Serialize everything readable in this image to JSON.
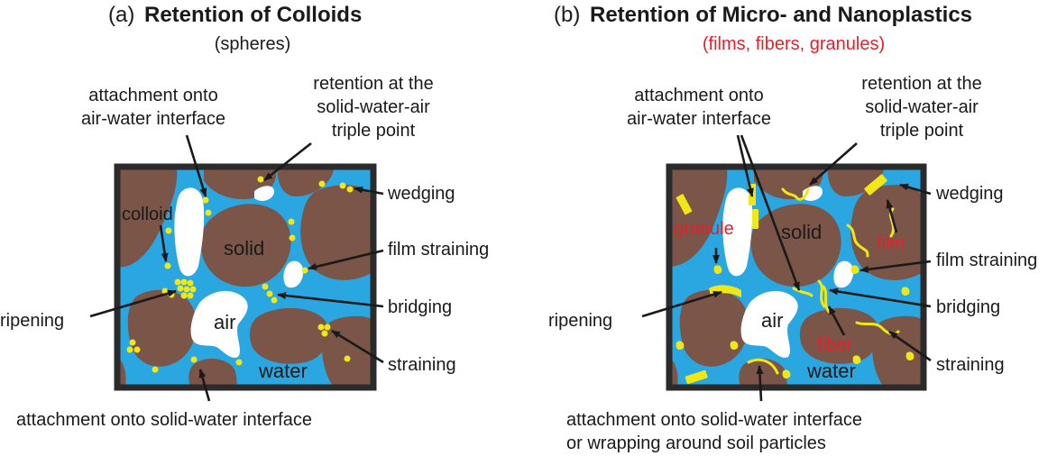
{
  "panel_a": {
    "tag": "(a)",
    "title": "Retention of Colloids",
    "subtitle": "(spheres)",
    "regions": {
      "solid": "solid",
      "air": "air",
      "water": "water",
      "colloid": "colloid"
    },
    "labels": {
      "air_water_1": "attachment onto",
      "air_water_2": "air-water interface",
      "triple_1": "retention at the",
      "triple_2": "solid-water-air",
      "triple_3": "triple point",
      "wedging": "wedging",
      "film_straining": "film straining",
      "bridging": "bridging",
      "straining": "straining",
      "ripening": "ripening",
      "solid_water": "attachment onto solid-water interface"
    }
  },
  "panel_b": {
    "tag": "(b)",
    "title": "Retention of Micro- and Nanoplastics",
    "subtitle": "(films, fibers, granules)",
    "regions": {
      "solid": "solid",
      "air": "air",
      "water": "water",
      "granule": "granule",
      "film": "film",
      "fiber": "fiber"
    },
    "labels": {
      "air_water_1": "attachment onto",
      "air_water_2": "air-water interface",
      "triple_1": "retention at the",
      "triple_2": "solid-water-air",
      "triple_3": "triple point",
      "wedging": "wedging",
      "film_straining": "film straining",
      "bridging": "bridging",
      "straining": "straining",
      "ripening": "ripening",
      "solid_water_1": "attachment onto solid-water interface",
      "solid_water_2": "or wrapping around soil particles"
    }
  },
  "colors": {
    "solid": "#7a5548",
    "water": "#2aa6e0",
    "air": "#ffffff",
    "particle": "#f2e716",
    "highlight": "#e4212b"
  }
}
